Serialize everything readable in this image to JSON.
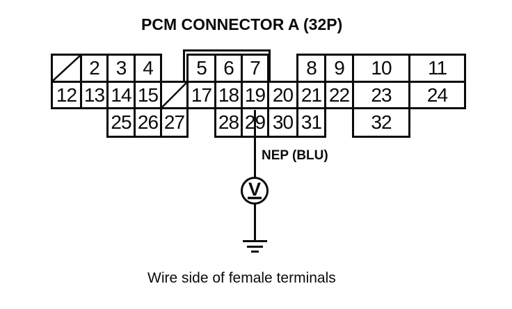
{
  "title": "PCM CONNECTOR A (32P)",
  "caption": "Wire side of female terminals",
  "colors": {
    "ink": "#0a0a0a",
    "background": "#ffffff"
  },
  "connector": {
    "cells": {
      "2": "2",
      "3": "3",
      "4": "4",
      "5": "5",
      "6": "6",
      "7": "7",
      "8": "8",
      "9": "9",
      "10": "10",
      "11": "11",
      "12": "12",
      "13": "13",
      "14": "14",
      "15": "15",
      "17": "17",
      "18": "18",
      "19": "19",
      "20": "20",
      "21": "21",
      "22": "22",
      "23": "23",
      "24": "24",
      "25": "25",
      "26": "26",
      "27": "27",
      "28": "28",
      "29": "29",
      "30": "30",
      "31": "31",
      "32": "32"
    },
    "blank_terminals": [
      "1",
      "16"
    ]
  },
  "wire": {
    "label": "NEP (BLU)",
    "terminal": "29"
  },
  "meter": {
    "symbol": "V"
  }
}
